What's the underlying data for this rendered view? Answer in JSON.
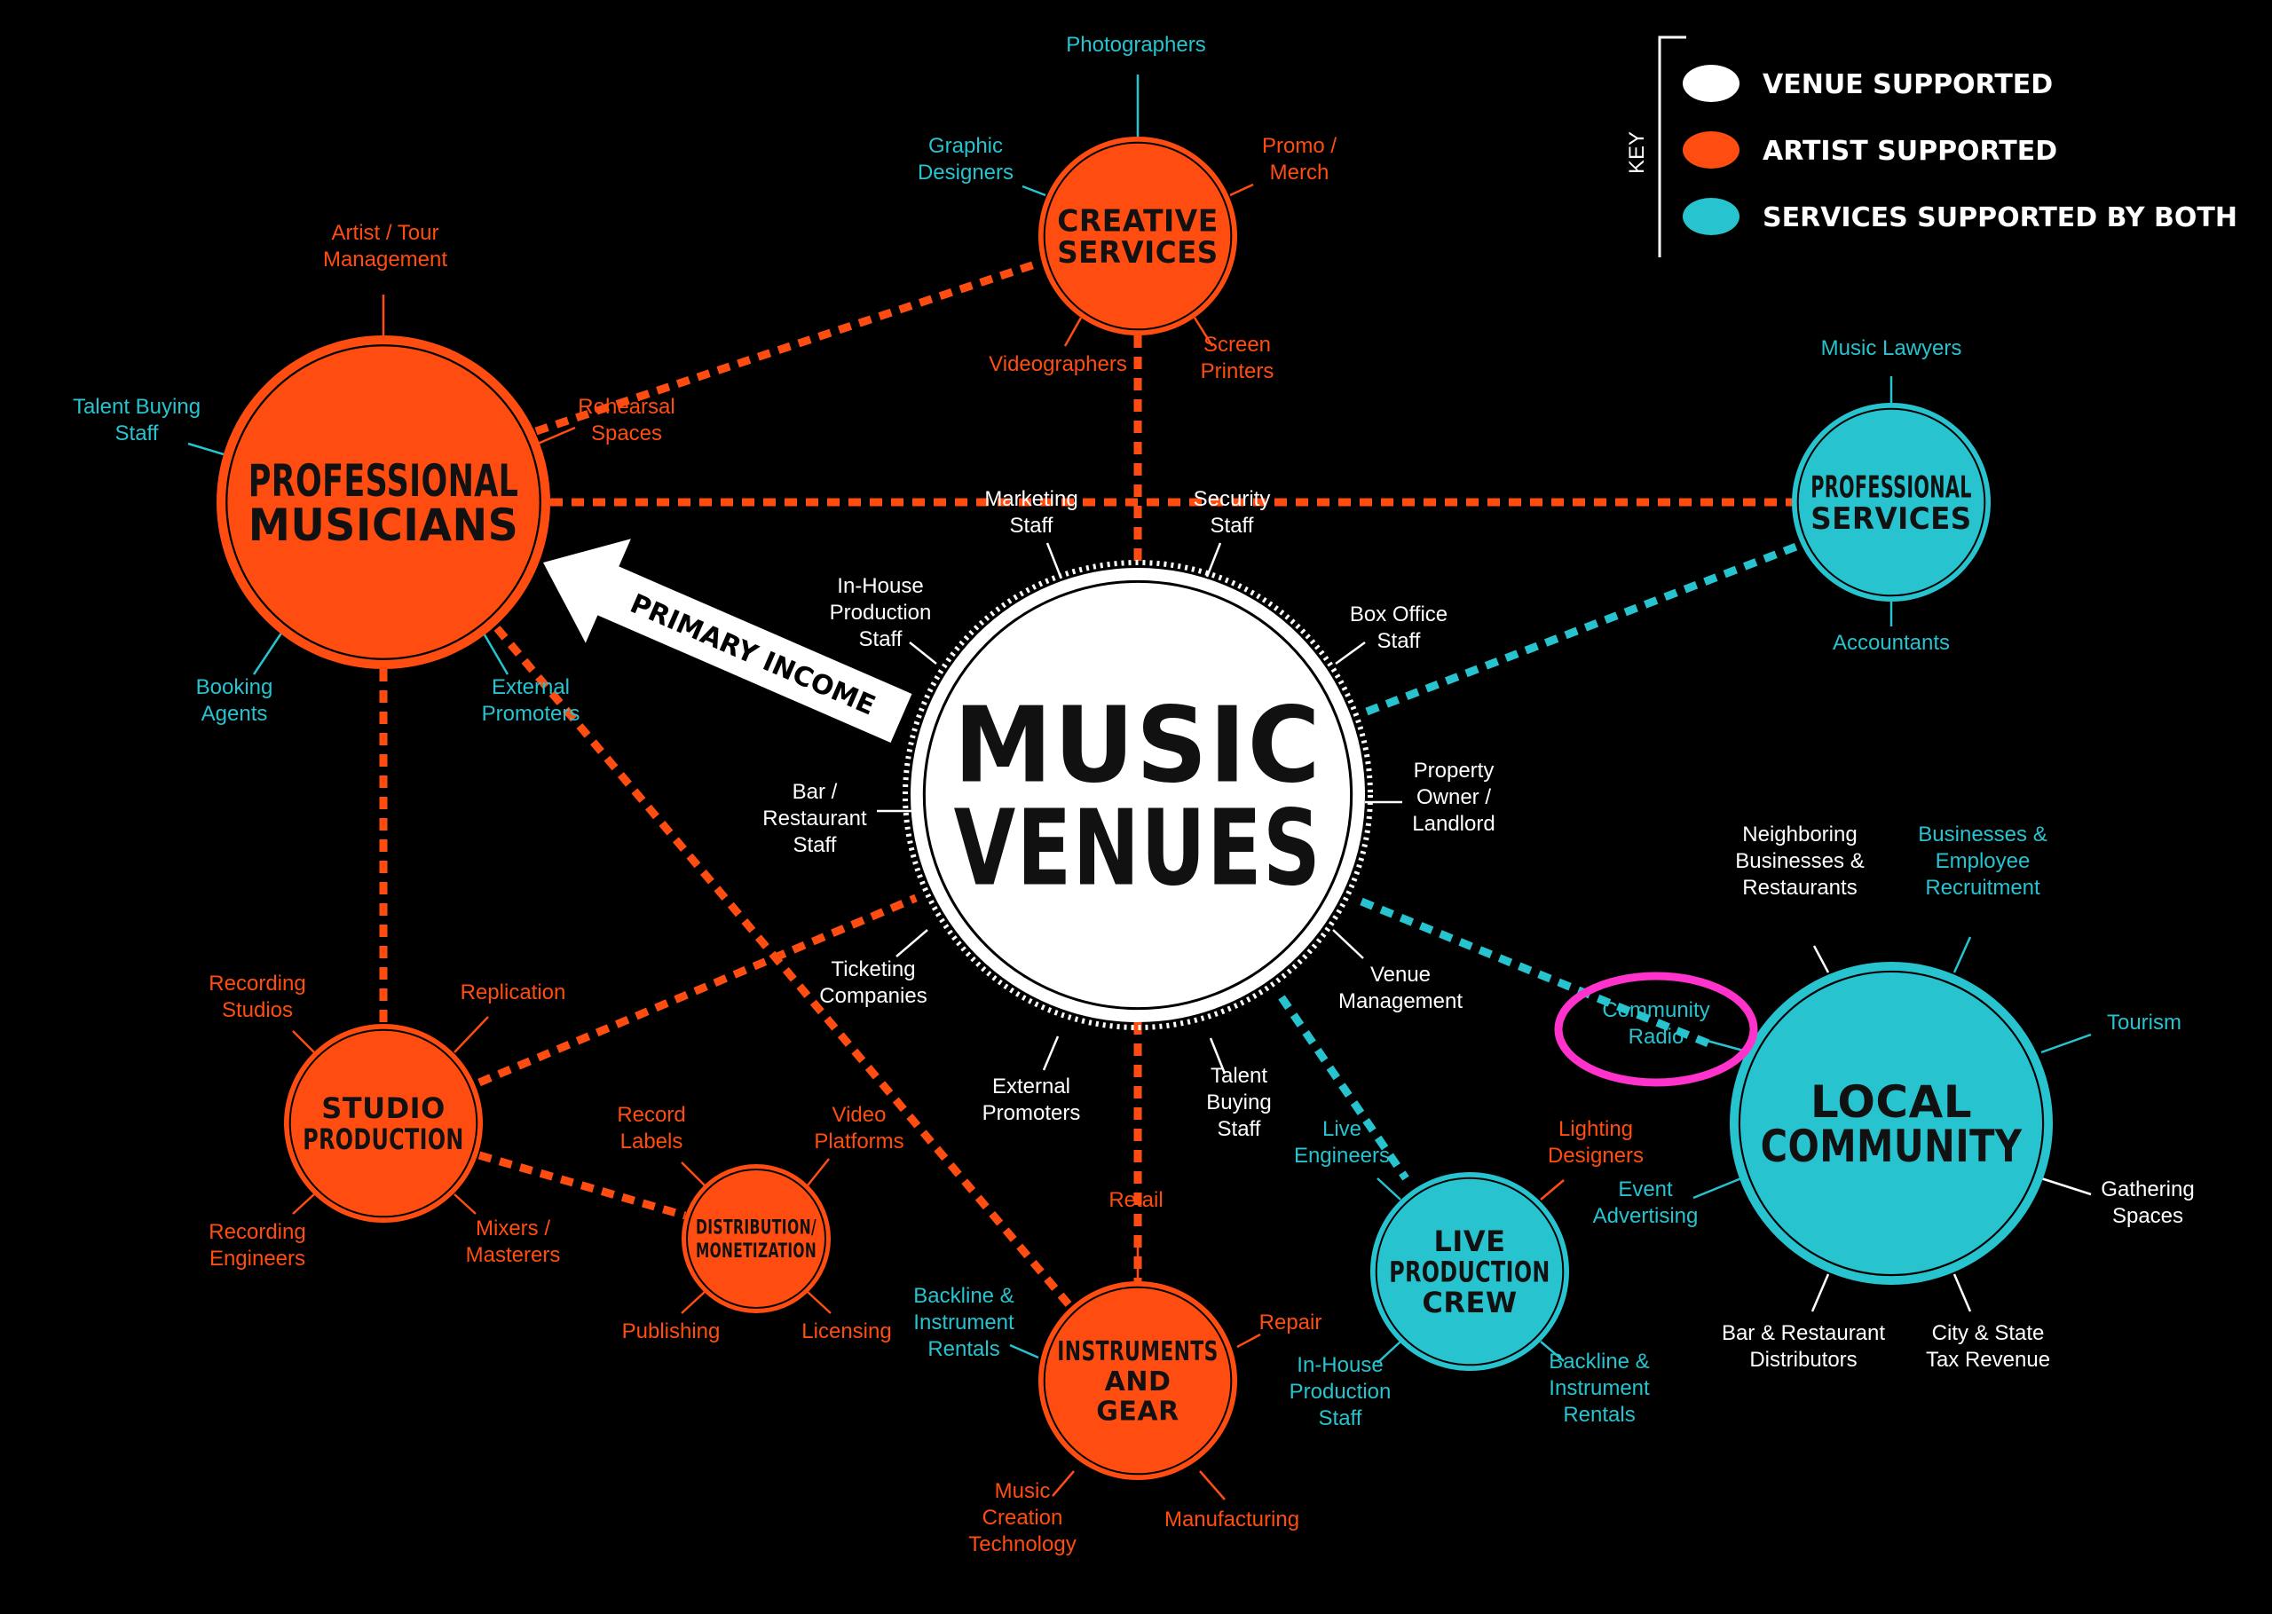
{
  "colors": {
    "venue": "#ffffff",
    "artist": "#ff4d12",
    "both": "#27c3cf",
    "highlight": "#ff33cc",
    "background": "#000000"
  },
  "key": {
    "title": "KEY",
    "items": [
      {
        "label": "VENUE SUPPORTED",
        "color": "#ffffff"
      },
      {
        "label": "ARTIST SUPPORTED",
        "color": "#ff4d12"
      },
      {
        "label": "SERVICES SUPPORTED BY BOTH",
        "color": "#27c3cf"
      }
    ]
  },
  "arrow": {
    "label": "PRIMARY INCOME"
  },
  "nodes": {
    "music_venues": {
      "lines": [
        "MUSIC",
        "VENUES"
      ],
      "type": "venue"
    },
    "professional_musicians": {
      "lines": [
        "PROFESSIONAL",
        "MUSICIANS"
      ],
      "type": "artist"
    },
    "creative_services": {
      "lines": [
        "CREATIVE",
        "SERVICES"
      ],
      "type": "artist"
    },
    "professional_services": {
      "lines": [
        "PROFESSIONAL",
        "SERVICES"
      ],
      "type": "both"
    },
    "local_community": {
      "lines": [
        "LOCAL",
        "COMMUNITY"
      ],
      "type": "both"
    },
    "studio_production": {
      "lines": [
        "STUDIO",
        "PRODUCTION"
      ],
      "type": "artist"
    },
    "distribution": {
      "lines": [
        "DISTRIBUTION/",
        "MONETIZATION"
      ],
      "type": "artist"
    },
    "instruments_gear": {
      "lines": [
        "INSTRUMENTS",
        "AND",
        "GEAR"
      ],
      "type": "artist"
    },
    "live_production": {
      "lines": [
        "LIVE",
        "PRODUCTION",
        "CREW"
      ],
      "type": "both"
    }
  },
  "spokes": {
    "music_venues": [
      {
        "text": "Marketing\nStaff",
        "type": "venue"
      },
      {
        "text": "Security\nStaff",
        "type": "venue"
      },
      {
        "text": "In-House\nProduction\nStaff",
        "type": "venue"
      },
      {
        "text": "Box Office\nStaff",
        "type": "venue"
      },
      {
        "text": "Bar /\nRestaurant\nStaff",
        "type": "venue"
      },
      {
        "text": "Property\nOwner /\nLandlord",
        "type": "venue"
      },
      {
        "text": "Ticketing\nCompanies",
        "type": "venue"
      },
      {
        "text": "Venue\nManagement",
        "type": "venue"
      },
      {
        "text": "External\nPromoters",
        "type": "venue"
      },
      {
        "text": "Talent\nBuying\nStaff",
        "type": "venue"
      }
    ],
    "professional_musicians": [
      {
        "text": "Artist / Tour\nManagement",
        "type": "artist"
      },
      {
        "text": "Talent Buying\nStaff",
        "type": "both"
      },
      {
        "text": "Rehearsal\nSpaces",
        "type": "artist"
      },
      {
        "text": "Booking\nAgents",
        "type": "both"
      },
      {
        "text": "External\nPromoters",
        "type": "both"
      }
    ],
    "creative_services": [
      {
        "text": "Photographers",
        "type": "both"
      },
      {
        "text": "Graphic\nDesigners",
        "type": "both"
      },
      {
        "text": "Promo /\nMerch",
        "type": "artist"
      },
      {
        "text": "Videographers",
        "type": "artist"
      },
      {
        "text": "Screen\nPrinters",
        "type": "artist"
      }
    ],
    "professional_services": [
      {
        "text": "Music Lawyers",
        "type": "both"
      },
      {
        "text": "Accountants",
        "type": "both"
      }
    ],
    "local_community": [
      {
        "text": "Neighboring\nBusinesses &\nRestaurants",
        "type": "venue"
      },
      {
        "text": "Businesses &\nEmployee\nRecruitment",
        "type": "both"
      },
      {
        "text": "Community\nRadio",
        "type": "both"
      },
      {
        "text": "Tourism",
        "type": "both"
      },
      {
        "text": "Event\nAdvertising",
        "type": "both"
      },
      {
        "text": "Gathering\nSpaces",
        "type": "venue"
      },
      {
        "text": "Bar & Restaurant\nDistributors",
        "type": "venue"
      },
      {
        "text": "City & State\nTax Revenue",
        "type": "venue"
      }
    ],
    "studio_production": [
      {
        "text": "Recording\nStudios",
        "type": "artist"
      },
      {
        "text": "Replication",
        "type": "artist"
      },
      {
        "text": "Recording\nEngineers",
        "type": "artist"
      },
      {
        "text": "Mixers /\nMasterers",
        "type": "artist"
      }
    ],
    "distribution": [
      {
        "text": "Record\nLabels",
        "type": "artist"
      },
      {
        "text": "Video\nPlatforms",
        "type": "artist"
      },
      {
        "text": "Publishing",
        "type": "artist"
      },
      {
        "text": "Licensing",
        "type": "artist"
      }
    ],
    "instruments_gear": [
      {
        "text": "Retail",
        "type": "artist"
      },
      {
        "text": "Backline &\nInstrument\nRentals",
        "type": "both"
      },
      {
        "text": "Repair",
        "type": "artist"
      },
      {
        "text": "Music\nCreation\nTechnology",
        "type": "artist"
      },
      {
        "text": "Manufacturing",
        "type": "artist"
      }
    ],
    "live_production": [
      {
        "text": "Live\nEngineers",
        "type": "both"
      },
      {
        "text": "Lighting\nDesigners",
        "type": "artist"
      },
      {
        "text": "In-House\nProduction\nStaff",
        "type": "both"
      },
      {
        "text": "Backline &\nInstrument\nRentals",
        "type": "both"
      }
    ]
  }
}
